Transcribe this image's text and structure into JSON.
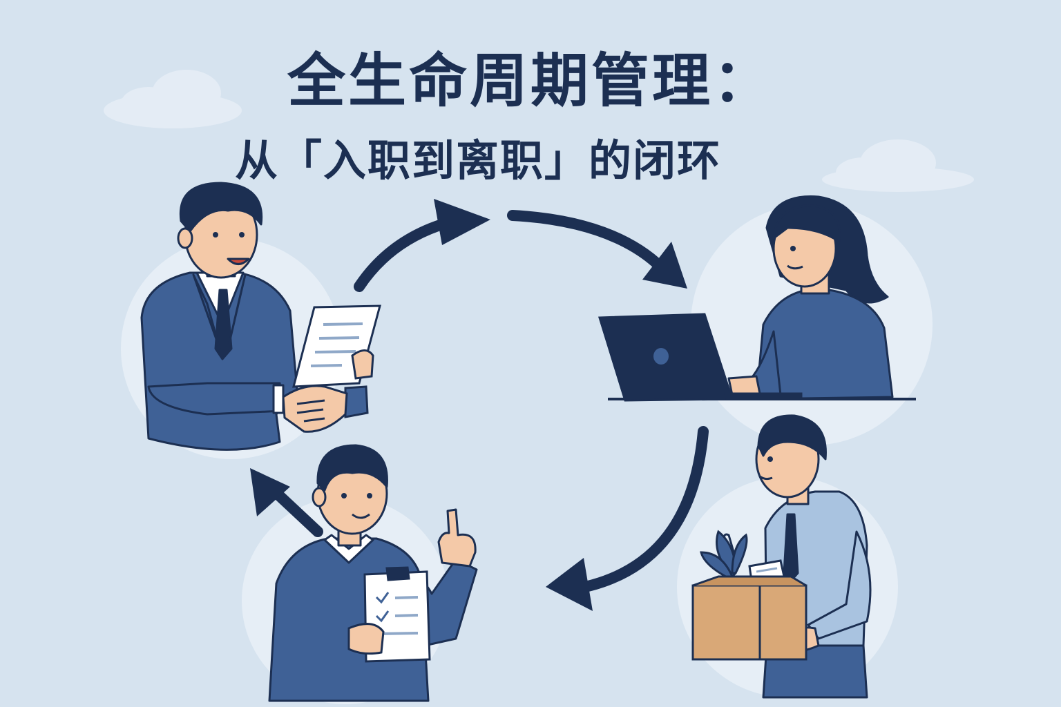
{
  "header": {
    "title": "全生命周期管理：",
    "subtitle": "从「入职到离职」的闭环"
  },
  "colors": {
    "background": "#d6e3ef",
    "ink": "#1c2f52",
    "suit": "#3f6196",
    "shirt_light": "#a9c3e0",
    "skin": "#f4c9a8",
    "box": "#d9a877",
    "circle": "#e6eef6"
  },
  "stages": [
    {
      "id": "onboarding",
      "icon": "handshake-icon"
    },
    {
      "id": "working",
      "icon": "laptop-icon"
    },
    {
      "id": "offboarding",
      "icon": "box-icon"
    },
    {
      "id": "review",
      "icon": "clipboard-icon"
    }
  ]
}
